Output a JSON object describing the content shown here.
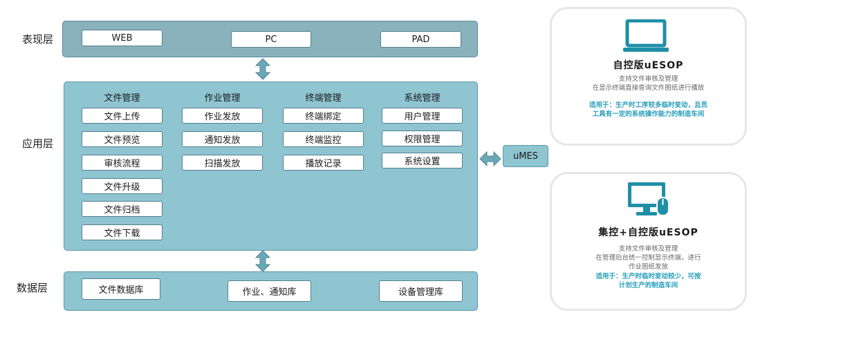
{
  "layers": {
    "presentation": "表现层",
    "application": "应用层",
    "data": "数据层"
  },
  "presentation": {
    "items": [
      "WEB",
      "PC",
      "PAD"
    ]
  },
  "application": {
    "columns": [
      {
        "title": "文件管理",
        "items": [
          "文件上传",
          "文件预览",
          "审核流程",
          "文件升级",
          "文件归档",
          "文件下载"
        ]
      },
      {
        "title": "作业管理",
        "items": [
          "作业发放",
          "通知发放",
          "扫描发放"
        ]
      },
      {
        "title": "终端管理",
        "items": [
          "终端绑定",
          "终端监控",
          "播放记录"
        ]
      },
      {
        "title": "系统管理",
        "items": [
          "用户管理",
          "权限管理",
          "系统设置"
        ]
      }
    ]
  },
  "umes": "uMES",
  "data": {
    "items": [
      "文件数据库",
      "作业、通知库",
      "设备管理库"
    ]
  },
  "cards": [
    {
      "icon": "laptop-icon",
      "title": "自控版uESOP",
      "desc": [
        "支持文件审核及管理",
        "在显示终端直接查询文件图纸进行播放"
      ],
      "fit": [
        "适用于：生产时工序较多临时变动，且员",
        "工具有一定的系统操作能力的制造车间"
      ]
    },
    {
      "icon": "desktop-mouse-icon",
      "title": "集控+自控版uESOP",
      "desc": [
        "支持文件审核及管理",
        "在管理后台统一控制显示终端，进行",
        "作业图纸发放"
      ],
      "fit": [
        "适用于：生产时临时变动较少，可按",
        "计划生产的制造车间"
      ]
    }
  ],
  "colors": {
    "panel_fill": "#8fc4d1",
    "panel_dark_fill": "#89b2bd",
    "arrow_fill": "#6aa8b7",
    "icon_teal": "#1e8fa6",
    "fit_text": "#2a9fbd"
  }
}
